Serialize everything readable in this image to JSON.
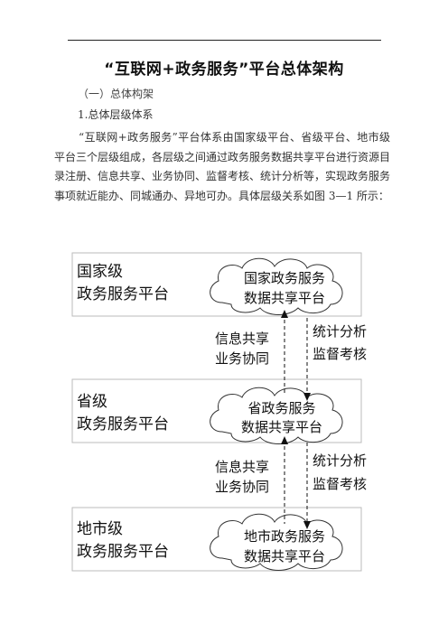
{
  "title": "“互联网+政务服务”平台总体架构",
  "section_heading": "（一）总体构架",
  "subsection_heading": "1.总体层级体系",
  "paragraph": "“互联网+政务服务”平台体系由国家级平台、省级平台、地市级平台三个层级组成，各层级之间通过政务服务数据共享平台进行资源目录注册、信息共享、业务协同、监督考核、统计分析等，实现政务服务事项就近能办、同城通办、异地可办。具体层级关系如图 3—1 所示：",
  "diagram": {
    "levels": [
      {
        "title_line1": "国家级",
        "title_line2": "政务服务平台",
        "cloud_line1": "国家政务服务",
        "cloud_line2": "数据共享平台"
      },
      {
        "title_line1": "省级",
        "title_line2": "政务服务平台",
        "cloud_line1": "省政务服务",
        "cloud_line2": "数据共享平台"
      },
      {
        "title_line1": "地市级",
        "title_line2": "政务服务平台",
        "cloud_line1": "地市政务服务",
        "cloud_line2": "数据共享平台"
      }
    ],
    "links": [
      {
        "left_line1": "信息共享",
        "left_line2": "业务协同",
        "right_line1": "统计分析",
        "right_line2": "监督考核"
      },
      {
        "left_line1": "信息共享",
        "left_line2": "业务协同",
        "right_line1": "统计分析",
        "right_line2": "监督考核"
      }
    ]
  }
}
